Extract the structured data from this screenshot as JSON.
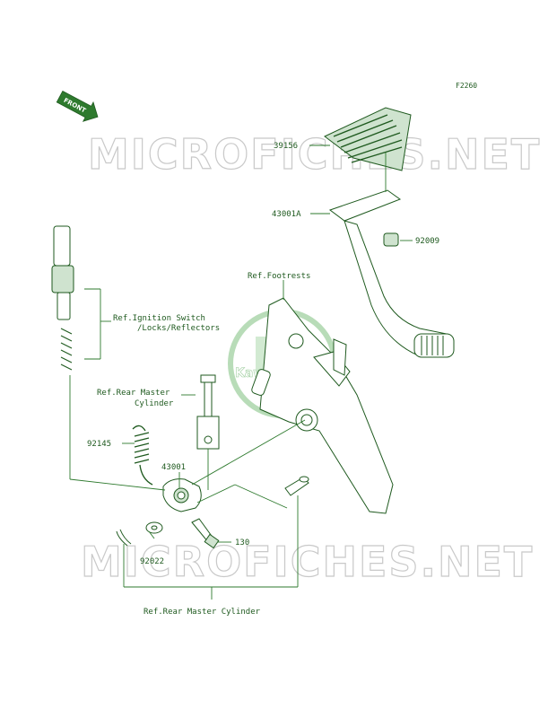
{
  "figure_code": "F2260",
  "watermark": {
    "text": "MICROFICHES.NET",
    "logo_text": "Kawasaki"
  },
  "front_badge": "FRONT",
  "callouts": {
    "pad": "39156",
    "pedal": "43001A",
    "stopper": "92009",
    "footrests": "Ref.Footrests",
    "ignition_line1": "Ref.Ignition Switch",
    "ignition_line2": "/Locks/Reflectors",
    "master_line1": "Ref.Rear Master",
    "master_line2": "Cylinder",
    "spring": "92145",
    "lever": "43001",
    "bolt": "130",
    "washer": "92022",
    "bottom_ref": "Ref.Rear Master Cylinder"
  },
  "colors": {
    "line": "#2e7a2e",
    "text": "#1f5a1f",
    "watermark": "#c9c9c9"
  }
}
